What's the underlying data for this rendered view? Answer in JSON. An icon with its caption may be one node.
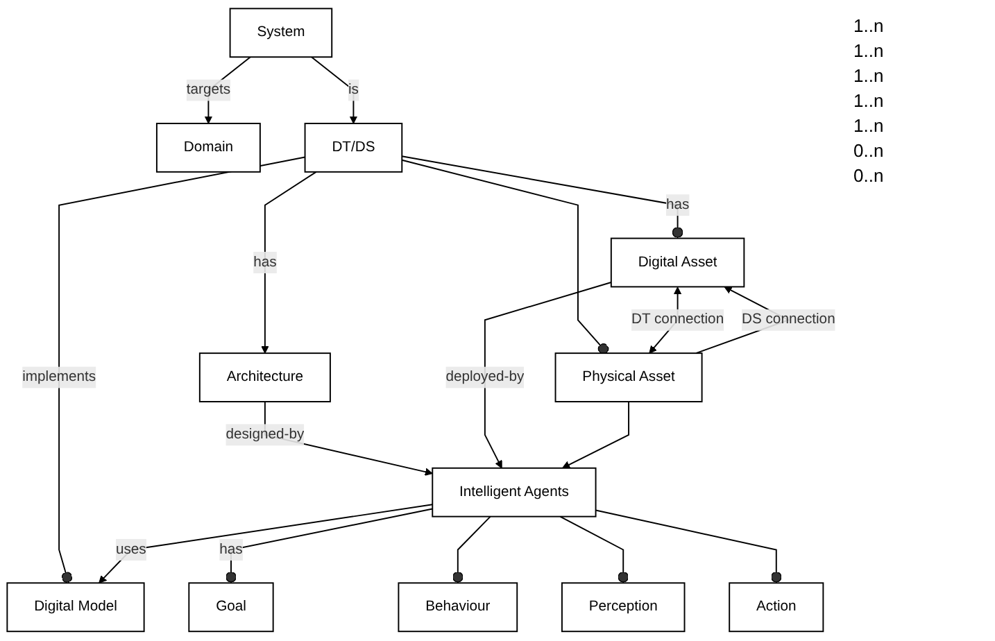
{
  "diagram": {
    "nodes": [
      {
        "text": [
          "Domain"
        ]
      },
      {
        "text": [
          "System"
        ]
      },
      {
        "text": [
          "Digital Model"
        ]
      },
      {
        "text": [
          "DT/DS"
        ]
      },
      {
        "text": [
          "Architecture"
        ]
      },
      {
        "text": [
          "Digital Asset"
        ]
      },
      {
        "text": [
          "Physical Asset"
        ]
      },
      {
        "text": [
          "Intelligent Agents"
        ]
      },
      {
        "text": [
          "Goal"
        ]
      },
      {
        "text": [
          "Behaviour"
        ]
      },
      {
        "text": [
          "Perception"
        ]
      },
      {
        "text": [
          "Action"
        ]
      }
    ],
    "edges": [
      {
        "from": 1,
        "to": 0,
        "label": "targets",
        "arrow": "to"
      },
      {
        "from": 1,
        "to": 3,
        "label": "is",
        "arrow": "to"
      },
      {
        "from": 3,
        "to": 2,
        "label": "implements",
        "arrow": "other"
      },
      {
        "from": 3,
        "to": 4,
        "label": "has",
        "arrow": "to"
      },
      {
        "from": 3,
        "to": 5,
        "label": "has",
        "arrow": "other"
      },
      {
        "from": 3,
        "to": 6,
        "arrow": "other"
      },
      {
        "from": 5,
        "to": 6,
        "label": "DT connection",
        "arrow": "both"
      },
      {
        "from": 6,
        "to": 5,
        "label": "DS connection",
        "arrow": "to"
      },
      {
        "from": 4,
        "to": 7,
        "label": "designed-by",
        "arrow": "to"
      },
      {
        "from": 5,
        "to": 7,
        "label": "deployed-by",
        "arrow": "to"
      },
      {
        "from": 6,
        "to": 7,
        "arrow": "to"
      },
      {
        "from": 7,
        "to": 2,
        "label": "uses",
        "arrow": "to"
      },
      {
        "from": 7,
        "to": 8,
        "label": "has",
        "arrow": "other"
      },
      {
        "from": 7,
        "to": 9,
        "arrow": "other"
      },
      {
        "from": 7,
        "to": 10,
        "arrow": "other"
      },
      {
        "from": 7,
        "to": 11,
        "arrow": "other"
      }
    ],
    "labels": [
      "1..n",
      "1..n",
      "1..n",
      "1..n",
      "1..n",
      "0..n",
      "0..n"
    ]
  }
}
